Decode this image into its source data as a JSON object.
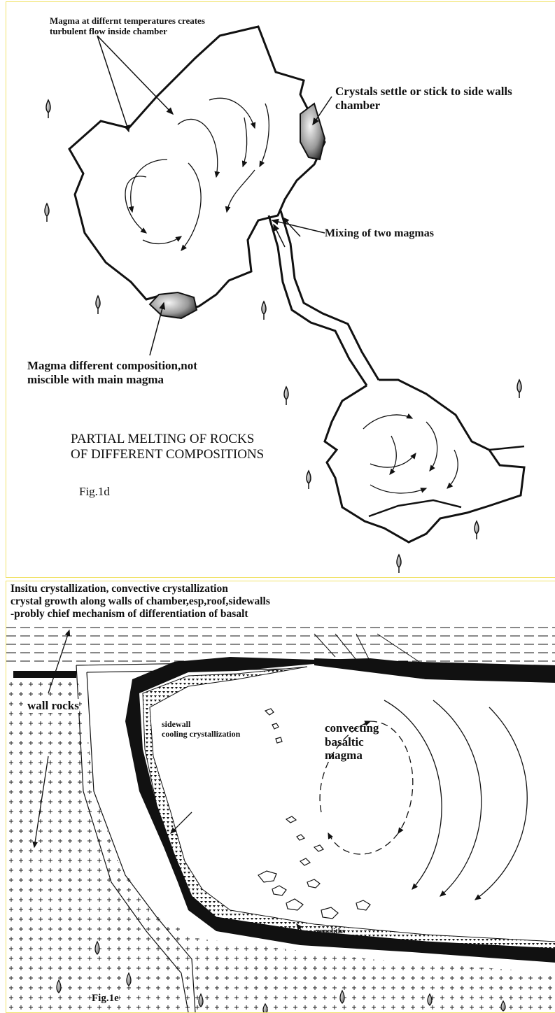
{
  "fig1d": {
    "turbulent_label": "Magma at differnt temperatures creates\nturbulent flow inside chamber",
    "crystals_label": "Crystals settle or stick to side walls\nchamber",
    "mixing_label": "Mixing of two magmas",
    "immiscible_label": "Magma different composition,not\nmiscible with main magma",
    "heading": "PARTIAL MELTING OF ROCKS\nOF DIFFERENT COMPOSITIONS",
    "fig_label": "Fig.1d"
  },
  "fig1e": {
    "header": "Insitu crystallization, convective crystallization\ncrystal growth along walls of chamber,esp,roof,sidewalls\n-probly chief mechanism of differentiation of basalt",
    "wall_rocks_label": "wall rocks",
    "sidewall_label": "sidewall\ncooling crystallization",
    "convecting_label": "convecting\nbasaltic\nmagma",
    "xenoliths_label": "xenoliths",
    "fig_label": "Fig.1e"
  }
}
